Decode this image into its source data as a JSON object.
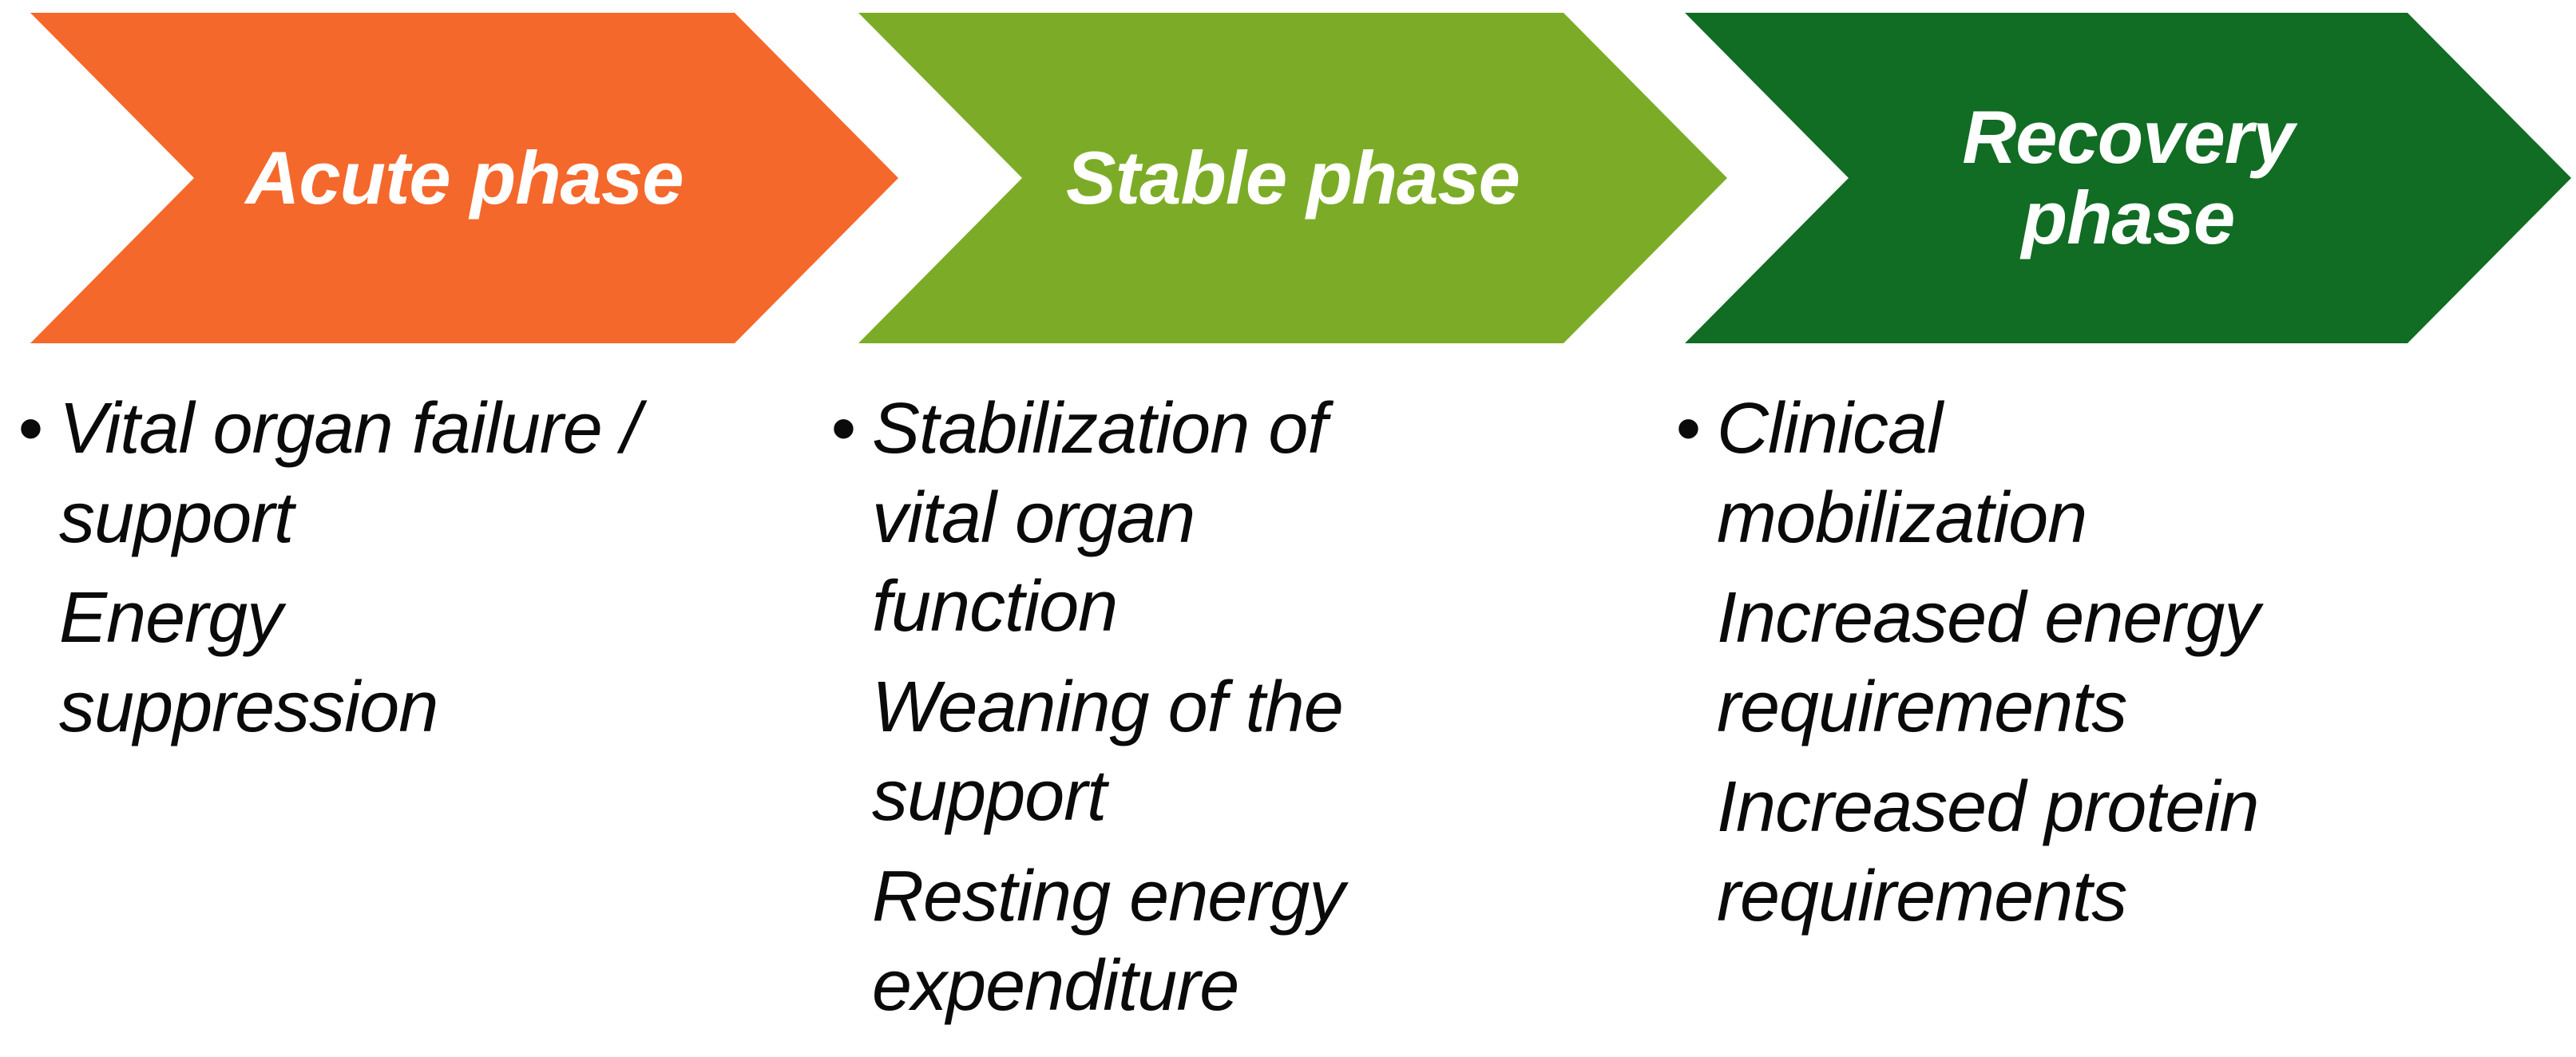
{
  "diagram": {
    "background_color": "#FFFFFF",
    "body_text_color": "#0A0A0A",
    "phases": [
      {
        "title": "Acute phase",
        "arrow_color": "#F5682B",
        "title_color": "#FFFFFF",
        "items": [
          {
            "marker": "•",
            "text": "Vital organ failure /\nsupport"
          },
          {
            "marker": "",
            "text": "Energy\nsuppression"
          }
        ]
      },
      {
        "title": "Stable phase",
        "arrow_color": "#7CAC27",
        "title_color": "#FFFFFF",
        "items": [
          {
            "marker": "•",
            "text": "Stabilization of\nvital organ\nfunction"
          },
          {
            "marker": "",
            "text": "Weaning of the\nsupport"
          },
          {
            "marker": "",
            "text": "Resting energy\nexpenditure"
          }
        ]
      },
      {
        "title": "Recovery\nphase",
        "arrow_color": "#116C24",
        "title_color": "#FFFFFF",
        "items": [
          {
            "marker": "•",
            "text": "Clinical\nmobilization"
          },
          {
            "marker": "",
            "text": "Increased energy\nrequirements"
          },
          {
            "marker": "",
            "text": "Increased protein\nrequirements"
          }
        ]
      }
    ]
  }
}
